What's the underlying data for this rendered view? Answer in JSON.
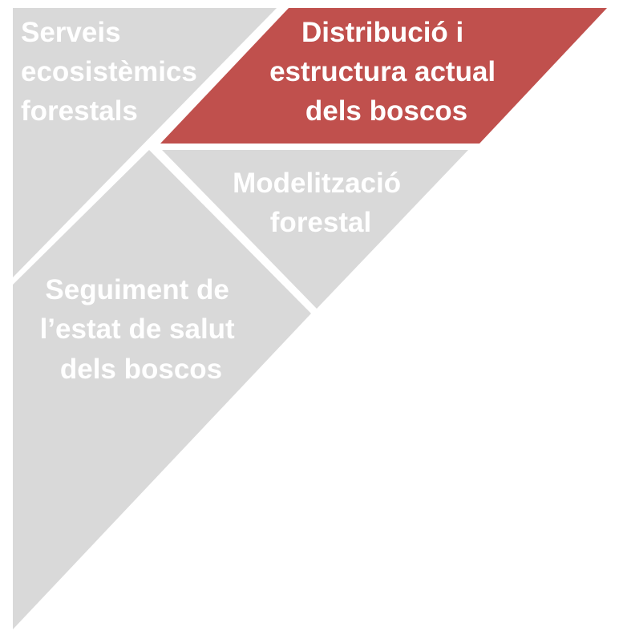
{
  "colors": {
    "background": "#ffffff",
    "segment_gray": "#d9d9d9",
    "segment_highlight": "#c0504d",
    "text": "#ffffff"
  },
  "segments": [
    {
      "id": "serveis",
      "lines": [
        "Serveis",
        "ecosistèmics",
        "forestals"
      ],
      "highlighted": false
    },
    {
      "id": "distribucio",
      "lines": [
        "Distribució i",
        "estructura actual",
        "dels boscos"
      ],
      "highlighted": true
    },
    {
      "id": "modelitzacio",
      "lines": [
        "Modelització",
        "forestal"
      ],
      "highlighted": false
    },
    {
      "id": "seguiment",
      "lines": [
        "Seguiment de",
        "l’estat de salut",
        "dels boscos"
      ],
      "highlighted": false
    }
  ]
}
